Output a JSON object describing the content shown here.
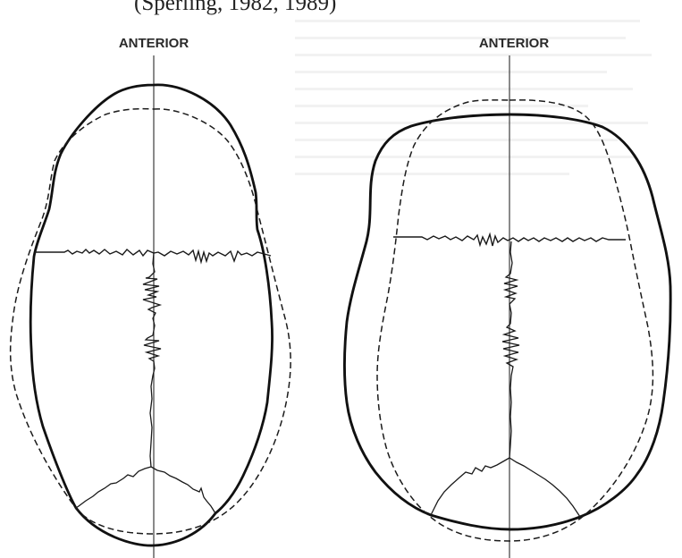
{
  "caption": {
    "fragment": "(Sperling, 1982, 1989)"
  },
  "left_view": {
    "label": "ANTERIOR"
  },
  "right_view": {
    "label": "ANTERIOR"
  }
}
